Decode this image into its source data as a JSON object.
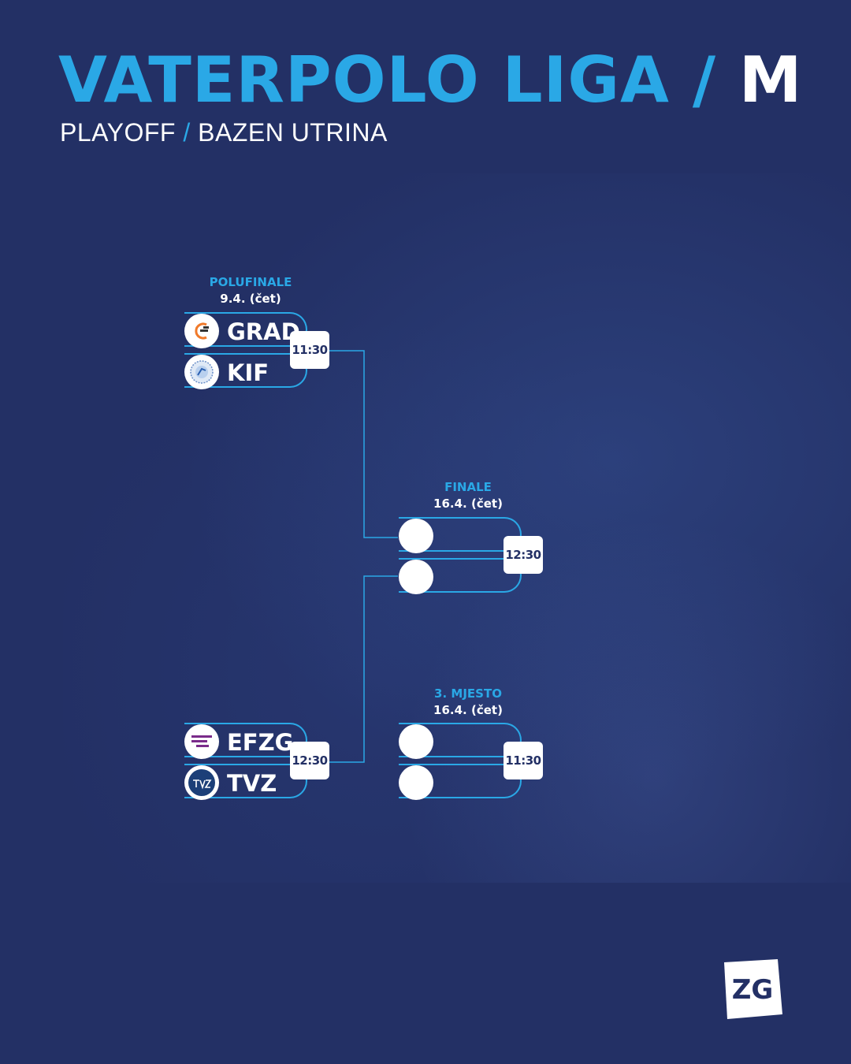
{
  "header": {
    "title_main": "VATERPOLO LIGA",
    "title_slash": "/",
    "title_gender": "M",
    "subtitle_left": "PLAYOFF",
    "subtitle_slash": "/",
    "subtitle_right": "BAZEN UTRINA"
  },
  "colors": {
    "background": "#233065",
    "accent": "#2aa8e6",
    "text": "#ffffff"
  },
  "semifinal": {
    "label": "POLUFINALE",
    "date": "9.4. (čet)",
    "matches": [
      {
        "time": "11:30",
        "teams": [
          {
            "name": "GRAD",
            "icon": "grad-logo-icon"
          },
          {
            "name": "KIF",
            "icon": "kif-logo-icon"
          }
        ]
      },
      {
        "time": "12:30",
        "teams": [
          {
            "name": "EFZG",
            "icon": "efzg-logo-icon"
          },
          {
            "name": "TVZ",
            "icon": "tvz-logo-icon"
          }
        ]
      }
    ]
  },
  "final": {
    "label": "FINALE",
    "date": "16.4. (čet)",
    "time": "12:30"
  },
  "third_place": {
    "label": "3. MJESTO",
    "date": "16.4. (čet)",
    "time": "11:30"
  },
  "brand": {
    "logo_text": "ZG"
  }
}
